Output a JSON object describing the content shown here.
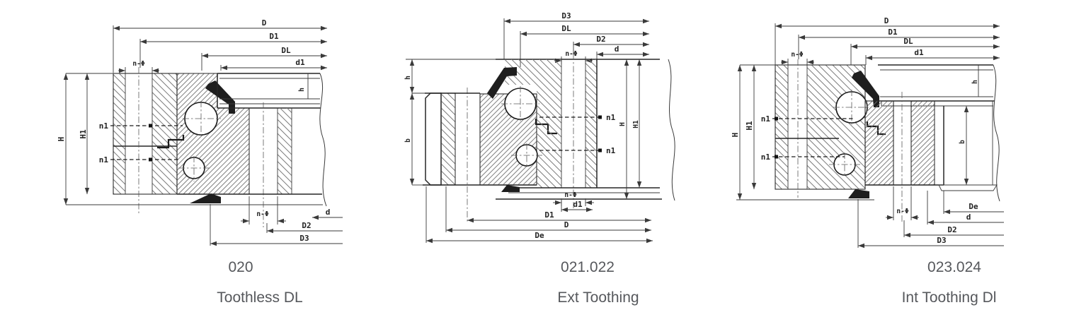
{
  "page": {
    "background": "#ffffff",
    "line_color": "#3a3a3a",
    "caption_color": "#56585c"
  },
  "figures": [
    {
      "code": "020",
      "caption": "Toothless DL",
      "labels": {
        "D": "D",
        "D1": "D1",
        "DL": "DL",
        "d1_top": "d1",
        "n_phi_top": "n-Φ",
        "n_phi_bottom": "n-Φ",
        "H": "H",
        "H1": "H1",
        "n1_upper": "n1",
        "n1_lower": "n1",
        "h": "h",
        "d": "d",
        "D2": "D2",
        "D3": "D3"
      }
    },
    {
      "code": "021.022",
      "caption": "Ext Toothing",
      "labels": {
        "D3": "D3",
        "DL": "DL",
        "D2": "D2",
        "d": "d",
        "n_phi_top": "n-Φ",
        "n_phi_bottom": "n-Φ",
        "h": "h",
        "b": "b",
        "H": "H",
        "H1": "H1",
        "n1_upper": "n1",
        "n1_lower": "n1",
        "d1": "d1",
        "D1": "D1",
        "D": "D",
        "De": "De"
      }
    },
    {
      "code": "023.024",
      "caption": "Int Toothing Dl",
      "labels": {
        "D": "D",
        "D1": "D1",
        "DL": "DL",
        "d1_top": "d1",
        "n_phi_top": "n-Φ",
        "n_phi_bottom": "n-Φ",
        "H": "H",
        "H1": "H1",
        "n1_upper": "n1",
        "n1_lower": "n1",
        "h": "h",
        "b": "b",
        "De": "De",
        "d": "d",
        "D2": "D2",
        "D3": "D3"
      }
    }
  ]
}
